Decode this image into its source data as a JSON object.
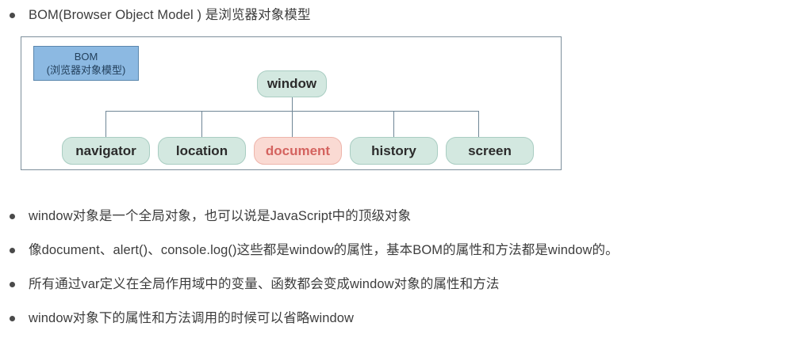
{
  "lead_bullet": {
    "text": "BOM(Browser Object Model ) 是浏览器对象模型"
  },
  "diagram": {
    "legend": {
      "title": "BOM",
      "subtitle": "(浏览器对象模型)",
      "fill_color": "#8cb9e2",
      "border_color": "#5a86ad",
      "text_color": "#23405c"
    },
    "root": {
      "label": "window",
      "fill_color": "#d3e8e0",
      "border_color": "#a9cdc2",
      "text_color": "#2b2b2b"
    },
    "children": [
      {
        "label": "navigator",
        "highlight": false
      },
      {
        "label": "location",
        "highlight": false
      },
      {
        "label": "document",
        "highlight": true
      },
      {
        "label": "history",
        "highlight": false
      },
      {
        "label": "screen",
        "highlight": false
      }
    ],
    "highlight_colors": {
      "fill_color": "#fadad3",
      "border_color": "#eeb5ab",
      "text_color": "#d4635f"
    },
    "connector_color": "#6f8696",
    "frame_border_color": "#7d8f9b",
    "frame_background": "#ffffff"
  },
  "facts": [
    {
      "text": "window对象是一个全局对象，也可以说是JavaScript中的顶级对象"
    },
    {
      "text": "像document、alert()、console.log()这些都是window的属性，基本BOM的属性和方法都是window的。"
    },
    {
      "text": "所有通过var定义在全局作用域中的变量、函数都会变成window对象的属性和方法"
    },
    {
      "text": "window对象下的属性和方法调用的时候可以省略window"
    }
  ]
}
